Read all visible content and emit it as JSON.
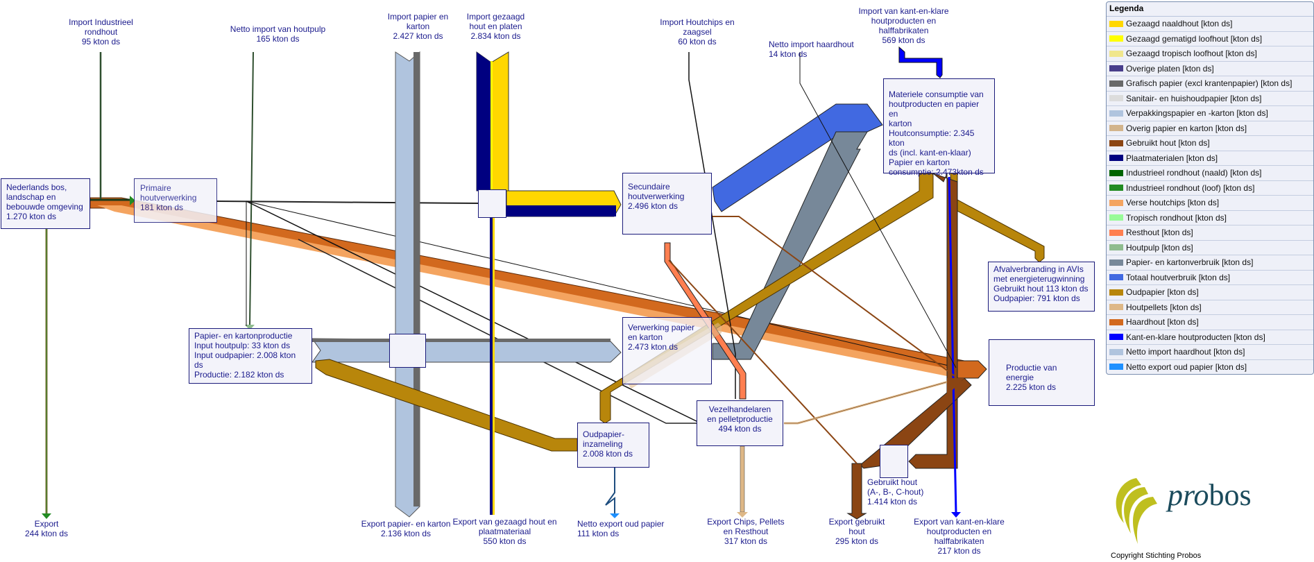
{
  "legend": {
    "title": "Legenda",
    "items": [
      {
        "label": "Gezaagd naaldhout [kton ds]",
        "color": "#FFD700"
      },
      {
        "label": "Gezaagd gematigd loofhout [kton ds]",
        "color": "#FFFF00"
      },
      {
        "label": "Gezaagd tropisch loofhout [kton ds]",
        "color": "#F0E68C"
      },
      {
        "label": "Overige platen [kton ds]",
        "color": "#483D8B"
      },
      {
        "label": "Grafisch papier (excl krantenpapier) [kton ds]",
        "color": "#696969"
      },
      {
        "label": "Sanitair- en huishoudpapier [kton ds]",
        "color": "#DCDCDC"
      },
      {
        "label": "Verpakkingspapier en -karton [kton ds]",
        "color": "#B0C4DE"
      },
      {
        "label": "Overig papier en karton [kton ds]",
        "color": "#D2B48C"
      },
      {
        "label": "Gebruikt hout [kton ds]",
        "color": "#8B4513"
      },
      {
        "label": "Plaatmaterialen [kton ds]",
        "color": "#000080"
      },
      {
        "label": "Industrieel rondhout (naald) [kton ds]",
        "color": "#006400"
      },
      {
        "label": "Industrieel rondhout (loof) [kton ds]",
        "color": "#228B22"
      },
      {
        "label": "Verse houtchips [kton ds]",
        "color": "#F4A460"
      },
      {
        "label": "Tropisch rondhout [kton ds]",
        "color": "#98FB98"
      },
      {
        "label": "Resthout [kton ds]",
        "color": "#FF7F50"
      },
      {
        "label": "Houtpulp [kton ds]",
        "color": "#8FBC8F"
      },
      {
        "label": "Papier- en kartonverbruik [kton ds]",
        "color": "#778899"
      },
      {
        "label": "Totaal houtverbruik [kton ds]",
        "color": "#4169E1"
      },
      {
        "label": "Oudpapier [kton ds]",
        "color": "#B8860B"
      },
      {
        "label": "Houtpellets [kton ds]",
        "color": "#DEB887"
      },
      {
        "label": "Haardhout [kton ds]",
        "color": "#D2691E"
      },
      {
        "label": "Kant-en-klare houtproducten [kton ds]",
        "color": "#0000FF"
      },
      {
        "label": "Netto import haardhout [kton ds]",
        "color": "#B0C4DE"
      },
      {
        "label": "Netto export oud papier [kton ds]",
        "color": "#1E90FF"
      }
    ]
  },
  "sources": {
    "import_rondhout": "Import Industrieel\nrondhout\n95 kton ds",
    "import_houtpulp": "Netto import van houtpulp\n165 kton ds",
    "import_papier": "Import papier en\nkarton\n2.427 kton ds",
    "import_gezaagd": "Import gezaagd\nhout en platen\n2.834 kton ds",
    "import_houtchips": "Import Houtchips en\nzaagsel\n60 kton ds",
    "import_haardhout": "Netto import haardhout\n14 kton ds",
    "import_kantenklaar": "Import van kant-en-klare\nhoutproducten en\nhalffabrikaten\n569 kton ds"
  },
  "sinks": {
    "export": "Export\n244 kton ds",
    "export_papier": "Export papier- en karton\n2.136 kton ds",
    "export_gezaagd": "Export van gezaagd hout en\nplaatmateriaal\n550 kton ds",
    "export_oudpapier": "Netto export oud papier\n111 kton ds",
    "export_chips": "Export Chips, Pellets\nen Resthout\n317 kton ds",
    "export_gebruikt": "Export gebruikt\nhout\n295 kton ds",
    "export_kantenklaar": "Export van kant-en-klare\nhoutproducten en\nhalffabrikaten\n217 kton ds"
  },
  "nodes": {
    "nl_bos": "Nederlands bos,\nlandschap en\nbebouwde omgeving\n1.270 kton ds",
    "primaire": "Primaire\nhoutverwerking\n181 kton ds",
    "papierproductie": "Papier- en kartonproductie\nInput houtpulp: 33 kton ds\nInput oudpapier: 2.008 kton ds\nProductie: 2.182 kton ds",
    "secundaire": "Secundaire\nhoutverwerking\n2.496 kton ds",
    "verwerking_papier": "Verwerking papier\nen karton\n2.473 kton ds",
    "materiele_consumptie": "Materiele consumptie van\nhoutproducten en papier en\nkarton\nHoutconsumptie: 2.345 kton\nds (incl. kant-en-klaar)\nPapier en karton\nconsumptie: 2.473kton ds",
    "afvalverbranding": "Afvalverbranding in AVIs\nmet energieterugwinning\nGebruikt hout 113 kton ds\nOudpapier: 791 kton ds",
    "productie_energie": "Productie van energie\n2.225 kton ds",
    "oudpapier_inzameling": "Oudpapier-\ninzameling\n2.008 kton ds",
    "vezelhandelaren": "Vezelhandelaren\nen pelletproductie\n494 kton ds",
    "gebruikt_hout": "Gebruikt hout\n(A-, B-, C-hout)\n1.414 kton ds"
  },
  "footer": {
    "logo_text_italic": "pro",
    "logo_text_bold": "bos",
    "copyright": "Copyright Stichting Probos"
  }
}
